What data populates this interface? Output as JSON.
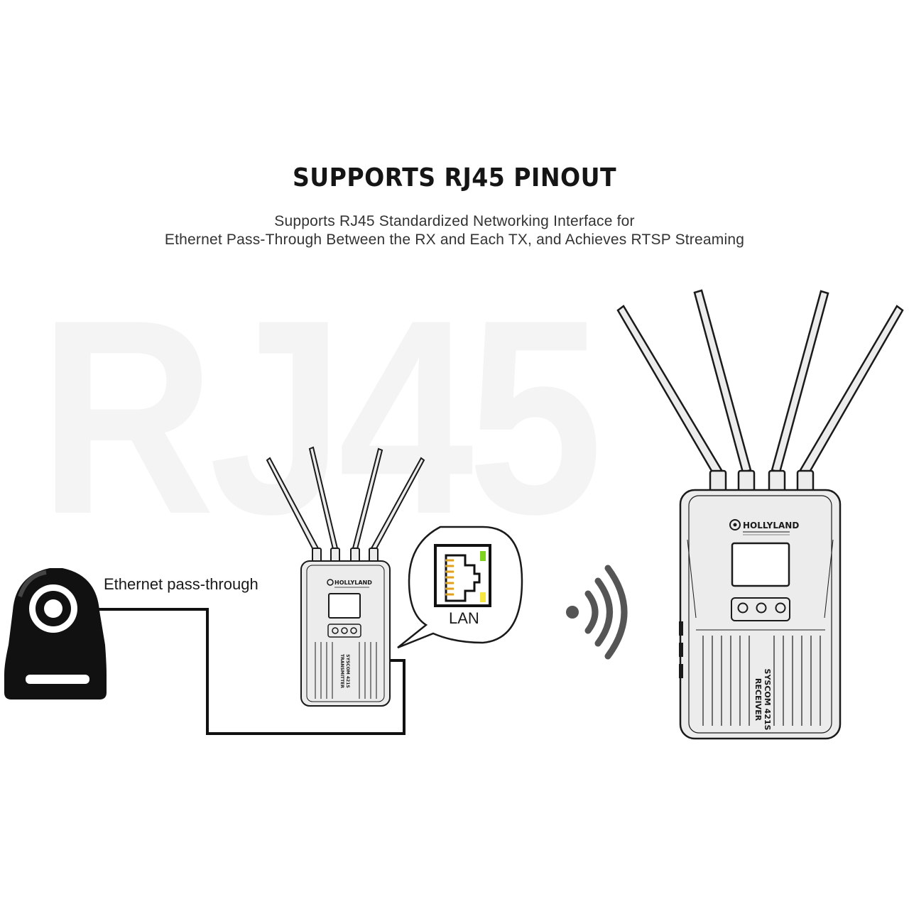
{
  "header": {
    "title": "SUPPORTS RJ45 PINOUT",
    "subtitle_line1": "Supports RJ45 Standardized Networking Interface for",
    "subtitle_line2": "Ethernet Pass-Through Between the RX and Each TX, and Achieves RTSP Streaming"
  },
  "watermark": "RJ45",
  "labels": {
    "ethernet": "Ethernet pass-through",
    "lan": "LAN"
  },
  "devices": {
    "brand": "HOLLYLAND",
    "transmitter_model": "SYSCOM 421S",
    "transmitter_role": "TRANSMITTER",
    "receiver_model": "SYSCOM 421S",
    "receiver_role": "RECEIVER"
  },
  "colors": {
    "device_fill": "#ececec",
    "stroke": "#1a1a1a",
    "led_green": "#7ed321",
    "led_yellow": "#f5e642",
    "pin_gold": "#e0a020",
    "signal_gray": "#555555"
  }
}
